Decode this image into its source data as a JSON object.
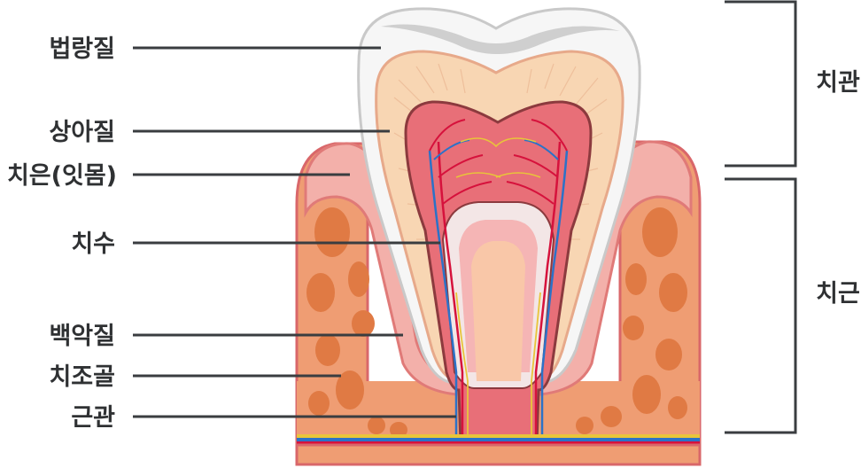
{
  "labels": {
    "enamel": "법랑질",
    "dentin": "상아질",
    "gum": "치은(잇몸)",
    "pulp": "치수",
    "cementum": "백악질",
    "alveolar_bone": "치조골",
    "root_canal": "근관"
  },
  "regions": {
    "crown": "치관",
    "root": "치근"
  },
  "colors": {
    "text": "#2f3133",
    "line": "#3a3d40",
    "enamel": "#f6f6f6",
    "dentin": "#f7d2ad",
    "pulp": "#e9727b",
    "gum": "#e97c77",
    "bone": "#e59a67",
    "artery": "#d6123c",
    "vein": "#2b72c8",
    "nerve": "#e8c53a"
  }
}
